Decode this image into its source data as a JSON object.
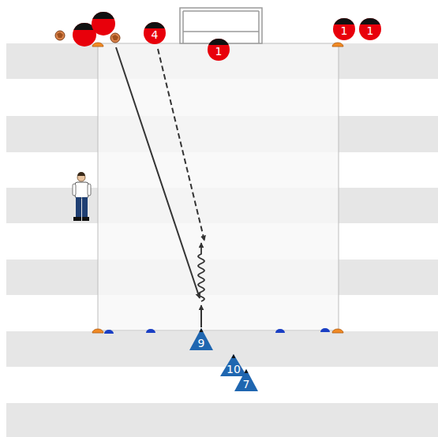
{
  "diagram": {
    "nodes": [
      {
        "text": [
          "4"
        ]
      },
      {
        "text": [
          "1"
        ]
      },
      {
        "text": [
          "1"
        ]
      },
      {
        "text": [
          "1"
        ]
      },
      {
        "text": [
          "9"
        ]
      },
      {
        "text": [
          "10"
        ]
      },
      {
        "text": [
          "7"
        ]
      }
    ]
  }
}
